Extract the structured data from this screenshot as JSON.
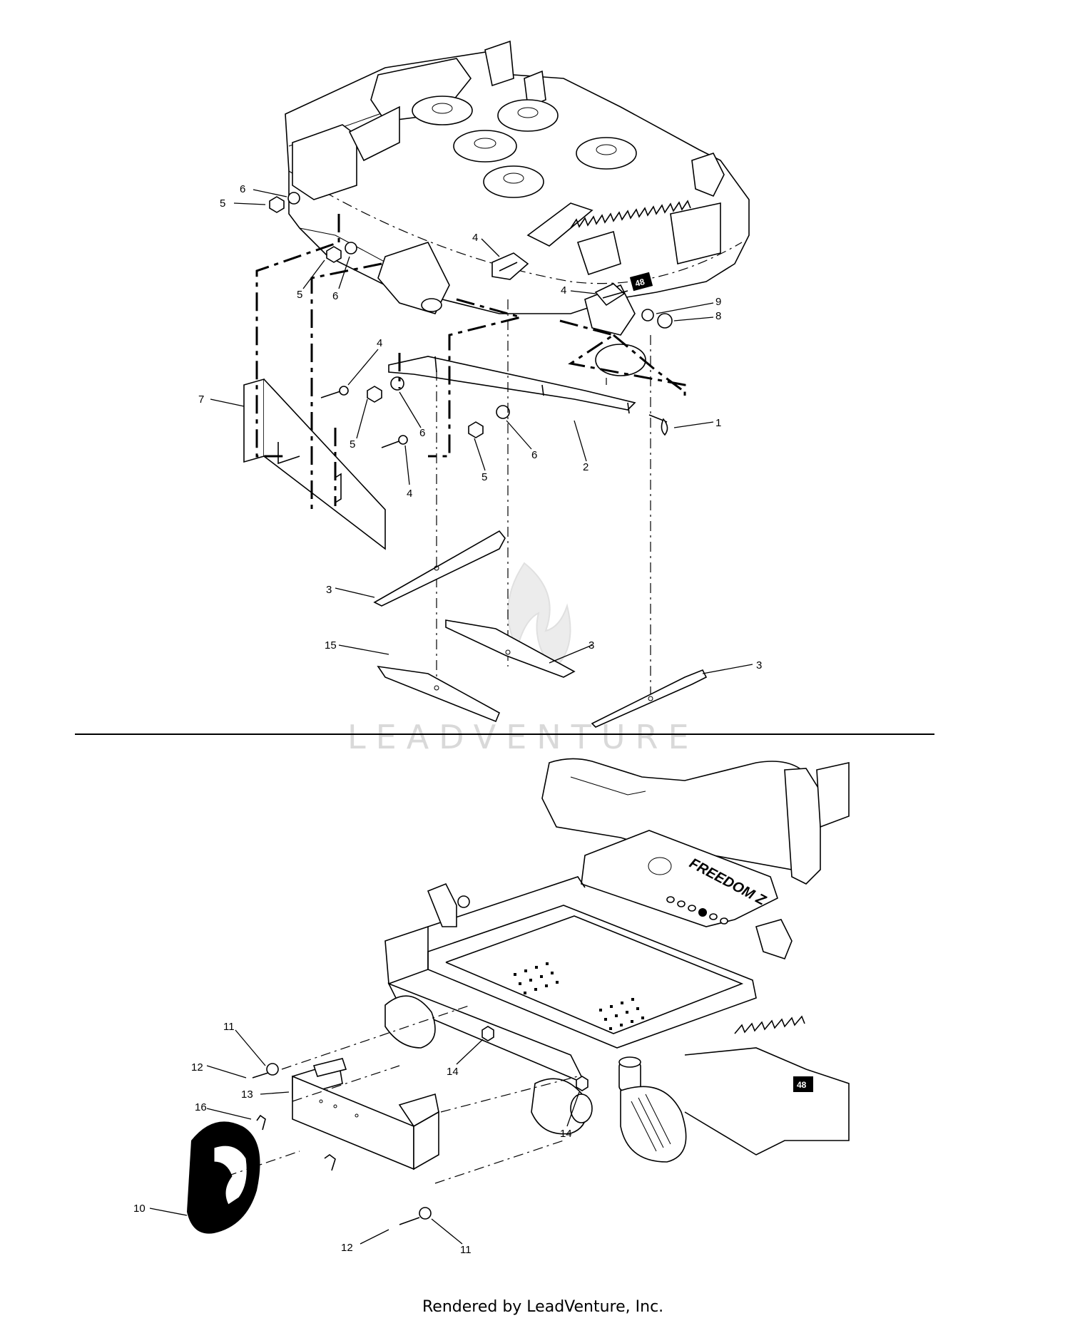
{
  "callouts": {
    "c1": "1",
    "c2": "2",
    "c3a": "3",
    "c3b": "3",
    "c3c": "3",
    "c4a": "4",
    "c4b": "4",
    "c4c": "4",
    "c4d": "4",
    "c5a": "5",
    "c5b": "5",
    "c5c": "5",
    "c5d": "5",
    "c6a": "6",
    "c6b": "6",
    "c6c": "6",
    "c6d": "6",
    "c7": "7",
    "c8": "8",
    "c9": "9",
    "c10": "10",
    "c11a": "11",
    "c11b": "11",
    "c12a": "12",
    "c12b": "12",
    "c13": "13",
    "c14a": "14",
    "c14b": "14",
    "c15": "15",
    "c16": "16"
  },
  "deck_badge": "48",
  "brand_badge": "FREEDOM Z",
  "watermark": "LEADVENTURE",
  "footer": "Rendered by LeadVenture, Inc."
}
